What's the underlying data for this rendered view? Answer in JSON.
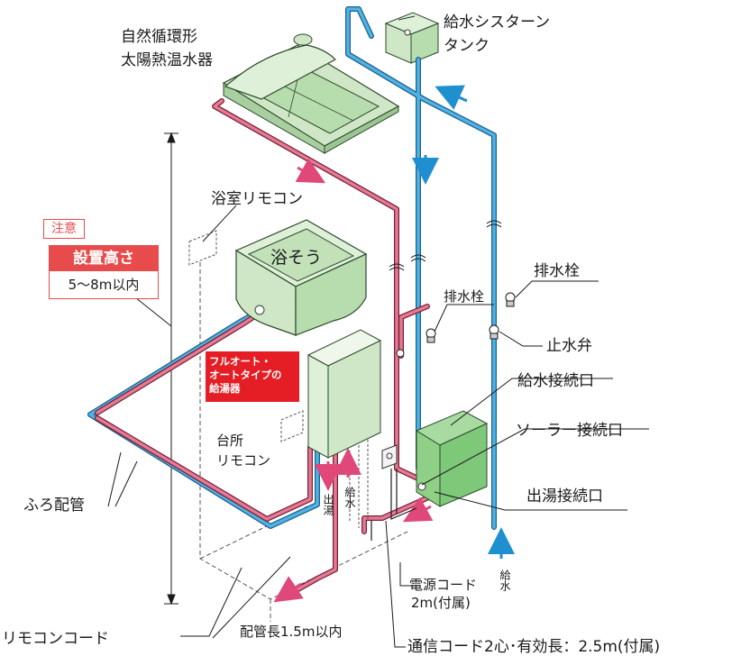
{
  "labels": {
    "solar_heater_line1": "自然循環形",
    "solar_heater_line2": "太陽熱温水器",
    "cistern_line1": "給水シスターン",
    "cistern_line2": "タンク",
    "bath_remote": "浴室リモコン",
    "bathtub": "浴そう",
    "drain_valve_right": "排水栓",
    "drain_valve_center": "排水栓",
    "stop_valve": "止水弁",
    "water_inlet_port": "給水接続口",
    "solar_port": "ソーラー接続口",
    "hot_outlet_port": "出湯接続口",
    "kitchen_remote_line1": "台所",
    "kitchen_remote_line2": "リモコン",
    "bath_piping": "ふろ配管",
    "hot_outlet_vertical": "出湯",
    "water_supply_vertical": "給水",
    "water_supply_vertical_right": "給水",
    "power_cord_line1": "電源コード",
    "power_cord_line2": "2m(付属)",
    "remote_cord": "リモコンコード",
    "pipe_length": "配管長1.5m以内",
    "comm_cord": "通信コード2心･有効長：2.5m(付属)"
  },
  "note": {
    "badge": "注意",
    "title": "設置高さ",
    "value": "5～8m以内"
  },
  "heater_badge": {
    "line1": "フルオート・",
    "line2": "オートタイプの",
    "line3": "給湯器"
  },
  "colors": {
    "cold_pipe": "#2f8fc8",
    "hot_pipe": "#c23a5a",
    "accent_red": "#e51e25",
    "arrow_pink": "#e0487a",
    "arrow_blue": "#1f8fd0",
    "unit_green": "#7ec87a",
    "panel_green": "#cfe7c6"
  }
}
